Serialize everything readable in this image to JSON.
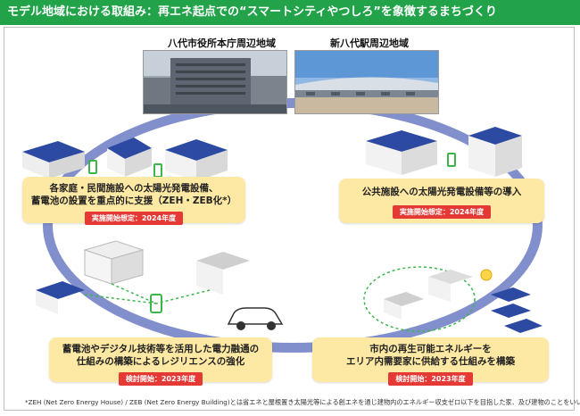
{
  "header": {
    "title": "モデル地域における取組み：再エネ起点での“スマートシティやつしろ”を象徴するまちづくり"
  },
  "areas": {
    "left_label": "八代市役所本庁周辺地域",
    "right_label": "新八代駅周辺地域"
  },
  "cards": [
    {
      "text": "各家庭・民間施設への太陽光発電設備、\n蓄電池の設置を重点的に支援（ZEH・ZEB化*）",
      "badge": "実施開始想定：2024年度"
    },
    {
      "text": "公共施設への太陽光発電設備等の導入",
      "badge": "実施開始想定：2024年度"
    },
    {
      "text": "蓄電池やデジタル技術等を活用した電力融通の\n仕組みの構築によるレジリエンスの強化",
      "badge": "検討開始：2023年度"
    },
    {
      "text": "市内の再生可能エネルギーを\nエリア内需要家に供給する仕組みを構築",
      "badge": "検討開始：2023年度"
    }
  ],
  "footnote": "*ZEH (Net Zero Energy House) / ZEB (Net Zero Energy Building)とは省エネと屋根置き太陽光等による創エネを通じ建物内のエネルギー収支ゼロ以下を目指した家、及び建物のことをいいます。",
  "colors": {
    "header": "#22a34a",
    "ring": "#6c7bc4",
    "card": "#fde9a3",
    "badge": "#e53935",
    "battery": "#3cb54a"
  }
}
